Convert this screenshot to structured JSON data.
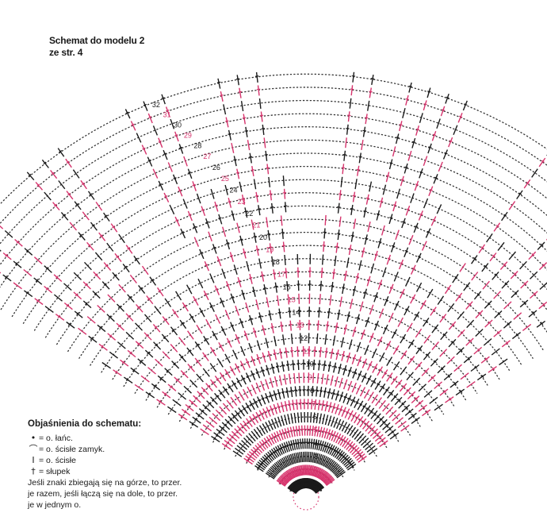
{
  "title": {
    "line1": "Schemat do modelu 2",
    "line2": "ze str. 4"
  },
  "legend": {
    "heading": "Objaśnienia do schematu:",
    "items": [
      {
        "icon": "dot-chain-icon",
        "symbol": "•",
        "text": "= o. łańc."
      },
      {
        "icon": "arc-slipstitch-icon",
        "symbol": "⌒",
        "text": "= o. ścisłe zamyk."
      },
      {
        "icon": "bar-sc-icon",
        "symbol": "I",
        "text": "= o. ścisłe"
      },
      {
        "icon": "dagger-dc-icon",
        "symbol": "†",
        "text": "= słupek"
      }
    ],
    "note": "Jeśli znaki zbiegają się na górze, to przer. je razem, jeśli łączą się na dole, to przer. je w jednym o."
  },
  "row_numbers": [
    "1",
    "2",
    "3",
    "4",
    "5",
    "6",
    "7",
    "8",
    "9",
    "10",
    "11",
    "12",
    "13",
    "14",
    "15",
    "16",
    "17",
    "18",
    "19",
    "20",
    "21",
    "22",
    "23",
    "24",
    "25",
    "26",
    "27",
    "28",
    "29",
    "30",
    "31",
    "32"
  ],
  "colors": {
    "black": "#1a1a1a",
    "accent": "#d6336c",
    "dot": "#333333"
  }
}
